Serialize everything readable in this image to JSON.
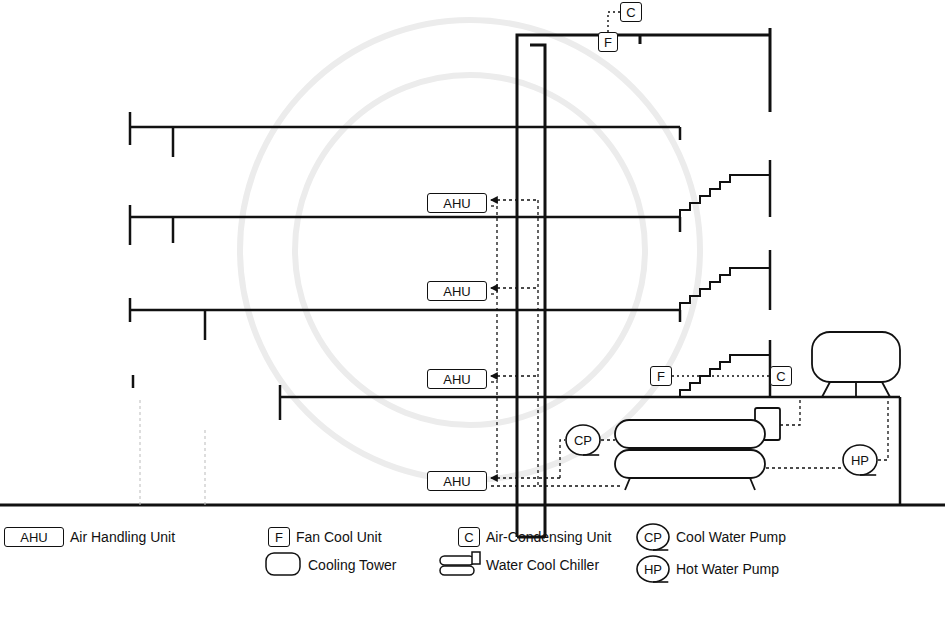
{
  "diagram": {
    "nodes": [
      {
        "text": [
          "C"
        ]
      },
      {
        "text": [
          "F"
        ]
      },
      {
        "text": [
          "AHU"
        ]
      },
      {
        "text": [
          "AHU"
        ]
      },
      {
        "text": [
          "AHU"
        ]
      },
      {
        "text": [
          "F"
        ]
      },
      {
        "text": [
          "C"
        ]
      },
      {
        "text": [
          "AHU"
        ]
      },
      {
        "text": [
          "CP"
        ]
      },
      {
        "text": [
          "HP"
        ]
      },
      {
        "text": [
          "AHU"
        ]
      },
      {
        "text": [
          "F"
        ]
      },
      {
        "text": [
          "C"
        ]
      },
      {
        "text": [
          "CP"
        ]
      },
      {
        "text": [
          "HP"
        ]
      }
    ],
    "edges": [
      {
        "from": 1,
        "to": 0,
        "arrow": "none"
      },
      {
        "from": 5,
        "to": 6,
        "arrow": "none"
      }
    ],
    "legend": [
      {
        "text": "Air Handling Unit"
      },
      {
        "text": "Fan Cool Unit"
      },
      {
        "text": "Air-Condensing Unit"
      },
      {
        "text": "Cool Water Pump"
      },
      {
        "text": "Cooling Tower"
      },
      {
        "text": "Water Cool Chiller"
      },
      {
        "text": "Hot Water Pump"
      }
    ]
  }
}
